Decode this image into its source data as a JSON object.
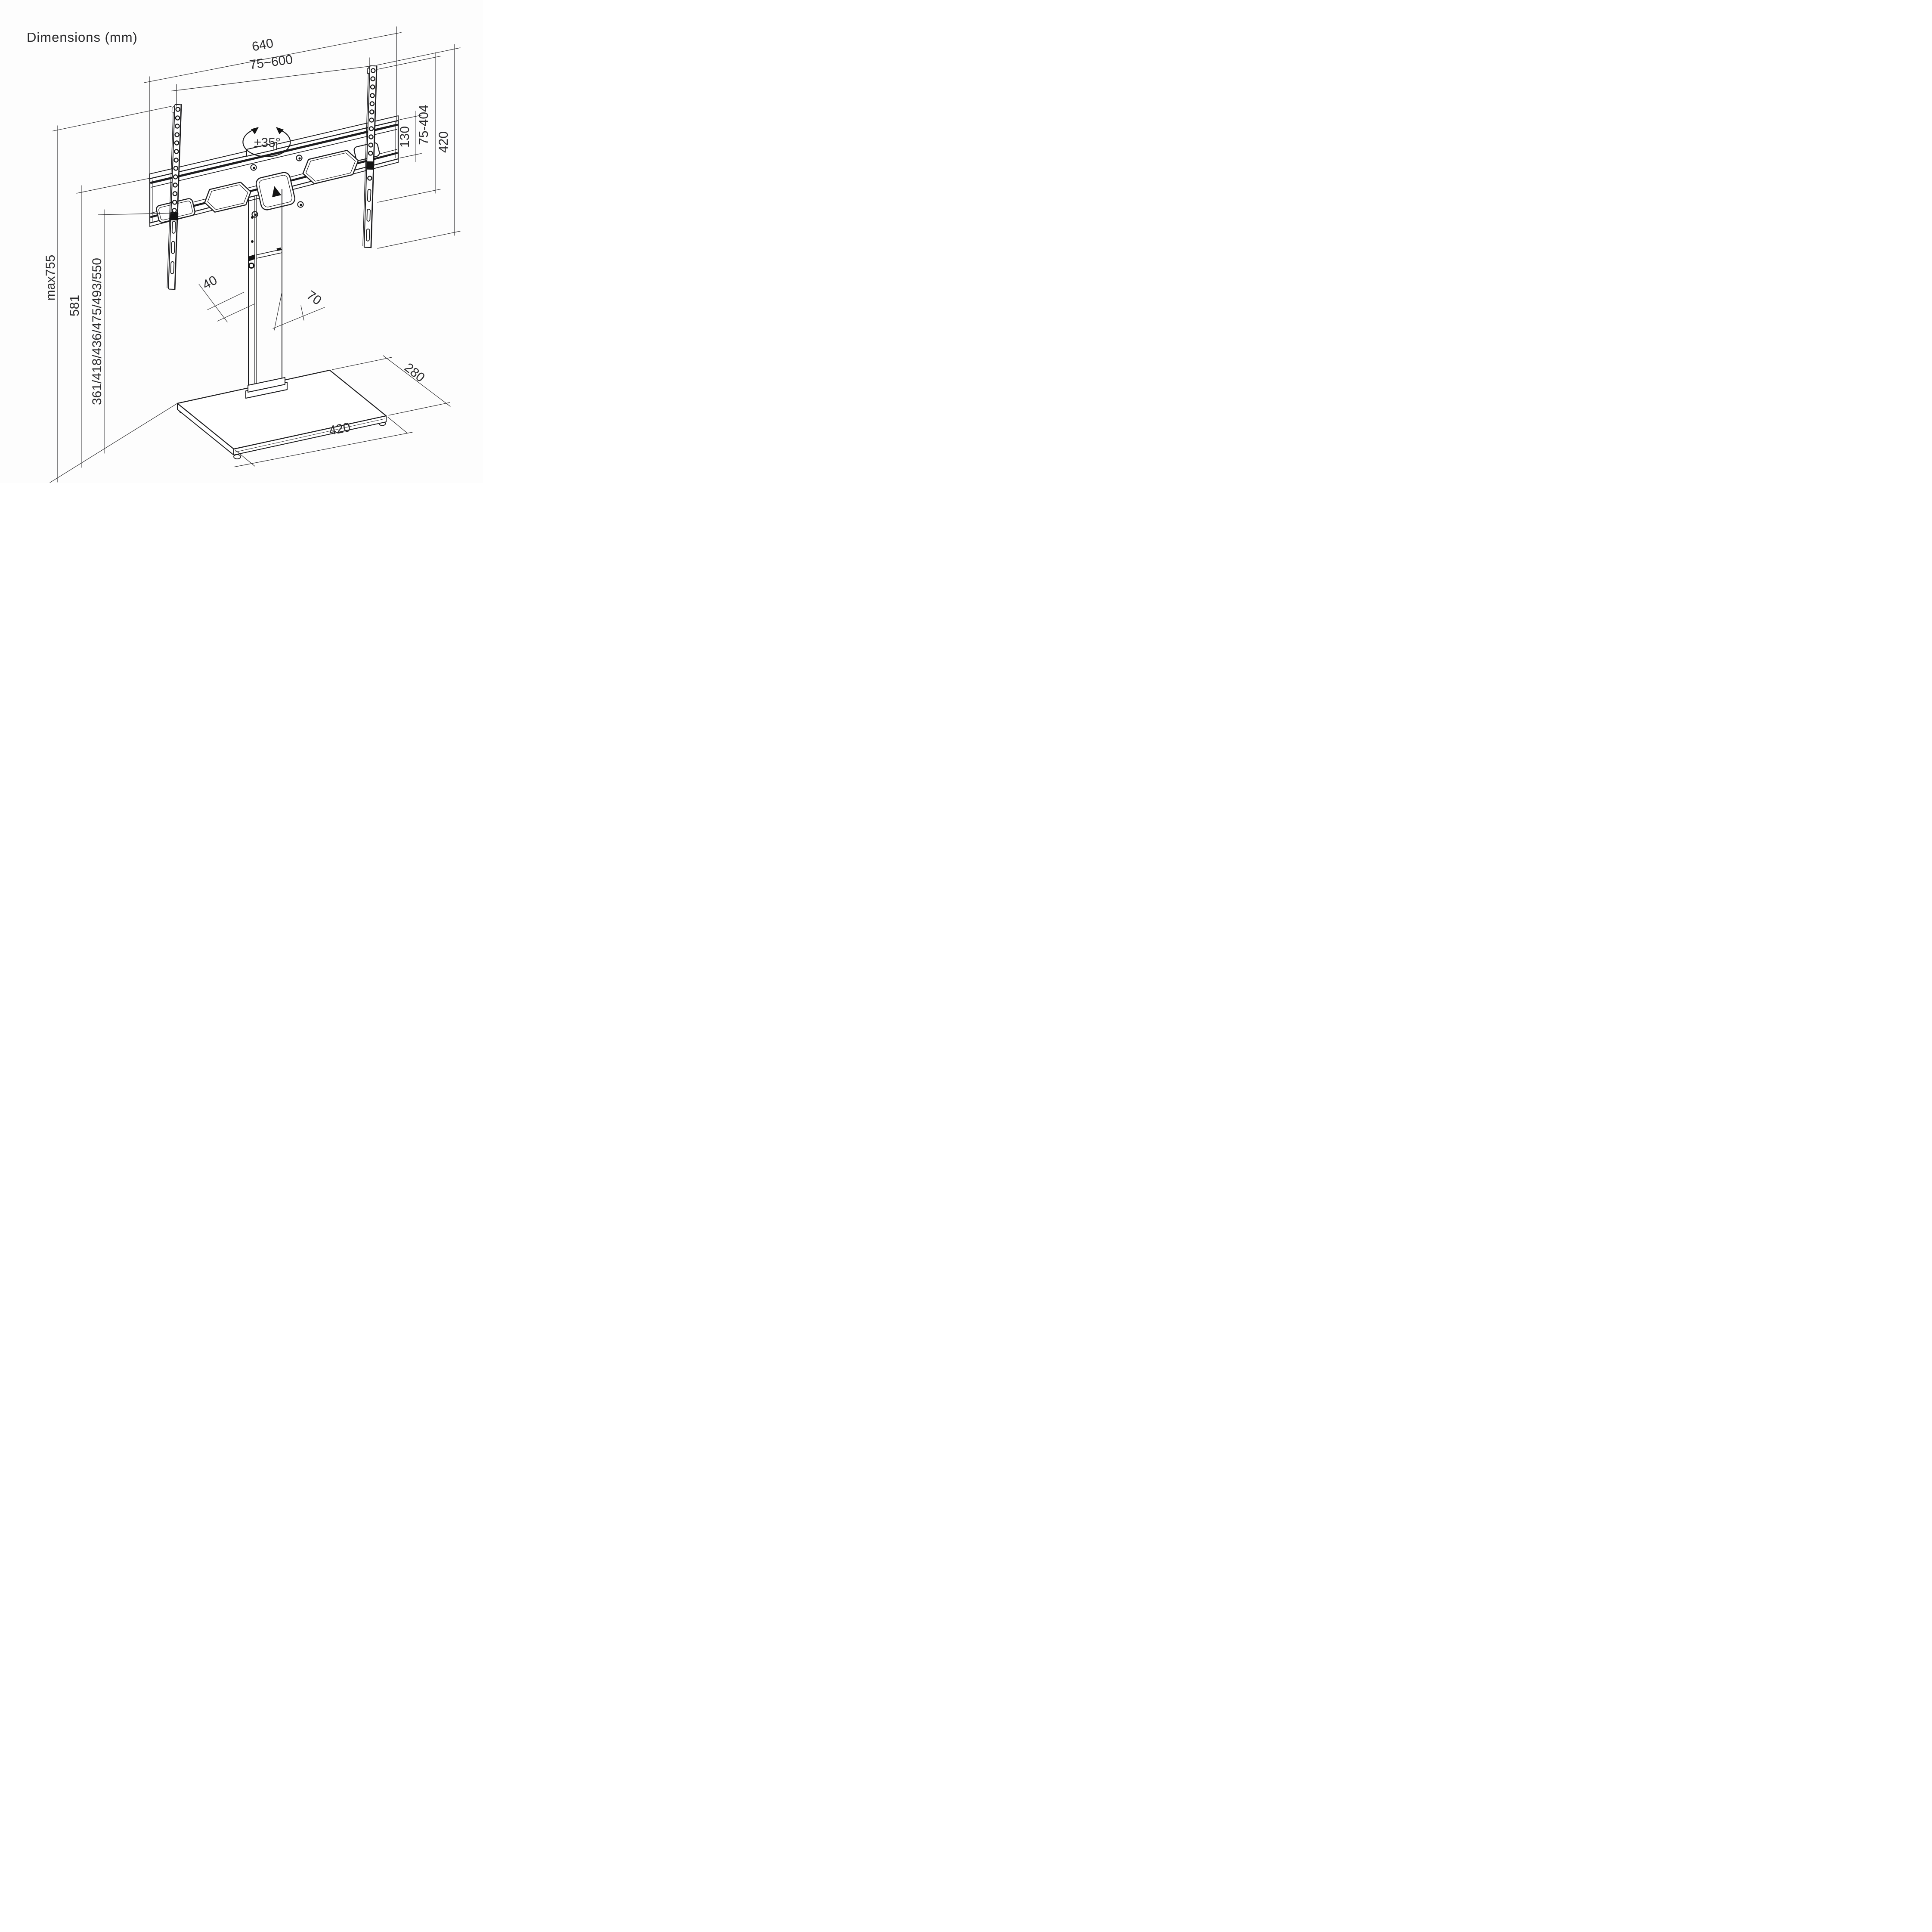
{
  "title": "Dimensions (mm)",
  "units": "mm",
  "dimensions": {
    "width_overall": "640",
    "vesa_width": "75~600",
    "swivel_angle": "±35°",
    "bracket_height": "130",
    "vesa_height": "75-404",
    "rail_height": "420",
    "height_max": "max755",
    "height_mid": "581",
    "height_options": "361/418/436/475/493/550",
    "column_depth": "40",
    "column_width": "70",
    "base_depth": "280",
    "base_width": "420"
  }
}
